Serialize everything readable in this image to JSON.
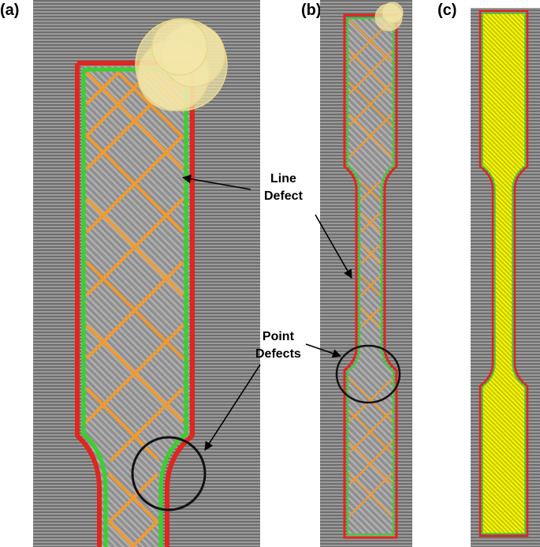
{
  "panels": [
    {
      "id": "a",
      "label": "(a)"
    },
    {
      "id": "b",
      "label": "(b)"
    },
    {
      "id": "c",
      "label": "(c)"
    }
  ],
  "annotations": {
    "line_defect": [
      "Line",
      "Defect"
    ],
    "point_defects": [
      "Point",
      "Defects"
    ]
  },
  "colors": {
    "background": "#ffffff",
    "bed_stripes": "#8a8a8a",
    "perimeter_outer": "#e0261f",
    "perimeter_inner": "#39d12c",
    "infill_sparse": "#f29a2e",
    "infill_solid": "#f0f000",
    "travel_blobs": "#f4e7a8"
  }
}
